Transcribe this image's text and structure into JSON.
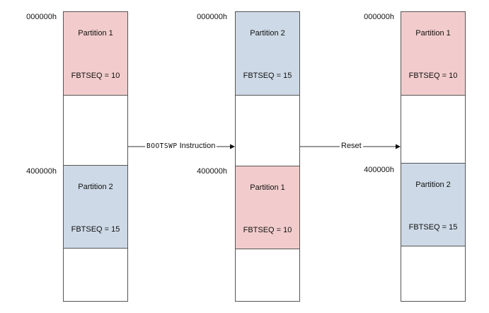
{
  "colors": {
    "partition1_fill": "#f2cccc",
    "partition2_fill": "#cdd9e6",
    "border": "#555555",
    "arrow": "#333333"
  },
  "columns": [
    {
      "addr_top": "000000h",
      "addr_mid": "400000h",
      "upper": {
        "name": "Partition 1",
        "seq": "FBTSEQ = 10",
        "fill": "partition1"
      },
      "lower": {
        "name": "Partition 2",
        "seq": "FBTSEQ = 15",
        "fill": "partition2"
      }
    },
    {
      "addr_top": "000000h",
      "addr_mid": "400000h",
      "upper": {
        "name": "Partition 2",
        "seq": "FBTSEQ = 15",
        "fill": "partition2"
      },
      "lower": {
        "name": "Partition 1",
        "seq": "FBTSEQ = 10",
        "fill": "partition1"
      }
    },
    {
      "addr_top": "000000h",
      "addr_mid": "400000h",
      "upper": {
        "name": "Partition 1",
        "seq": "FBTSEQ = 10",
        "fill": "partition1"
      },
      "lower": {
        "name": "Partition 2",
        "seq": "FBTSEQ = 15",
        "fill": "partition2"
      }
    }
  ],
  "transitions": {
    "first": {
      "code": "BOOTSWP",
      "text": "Instruction"
    },
    "second": {
      "text": "Reset"
    }
  }
}
